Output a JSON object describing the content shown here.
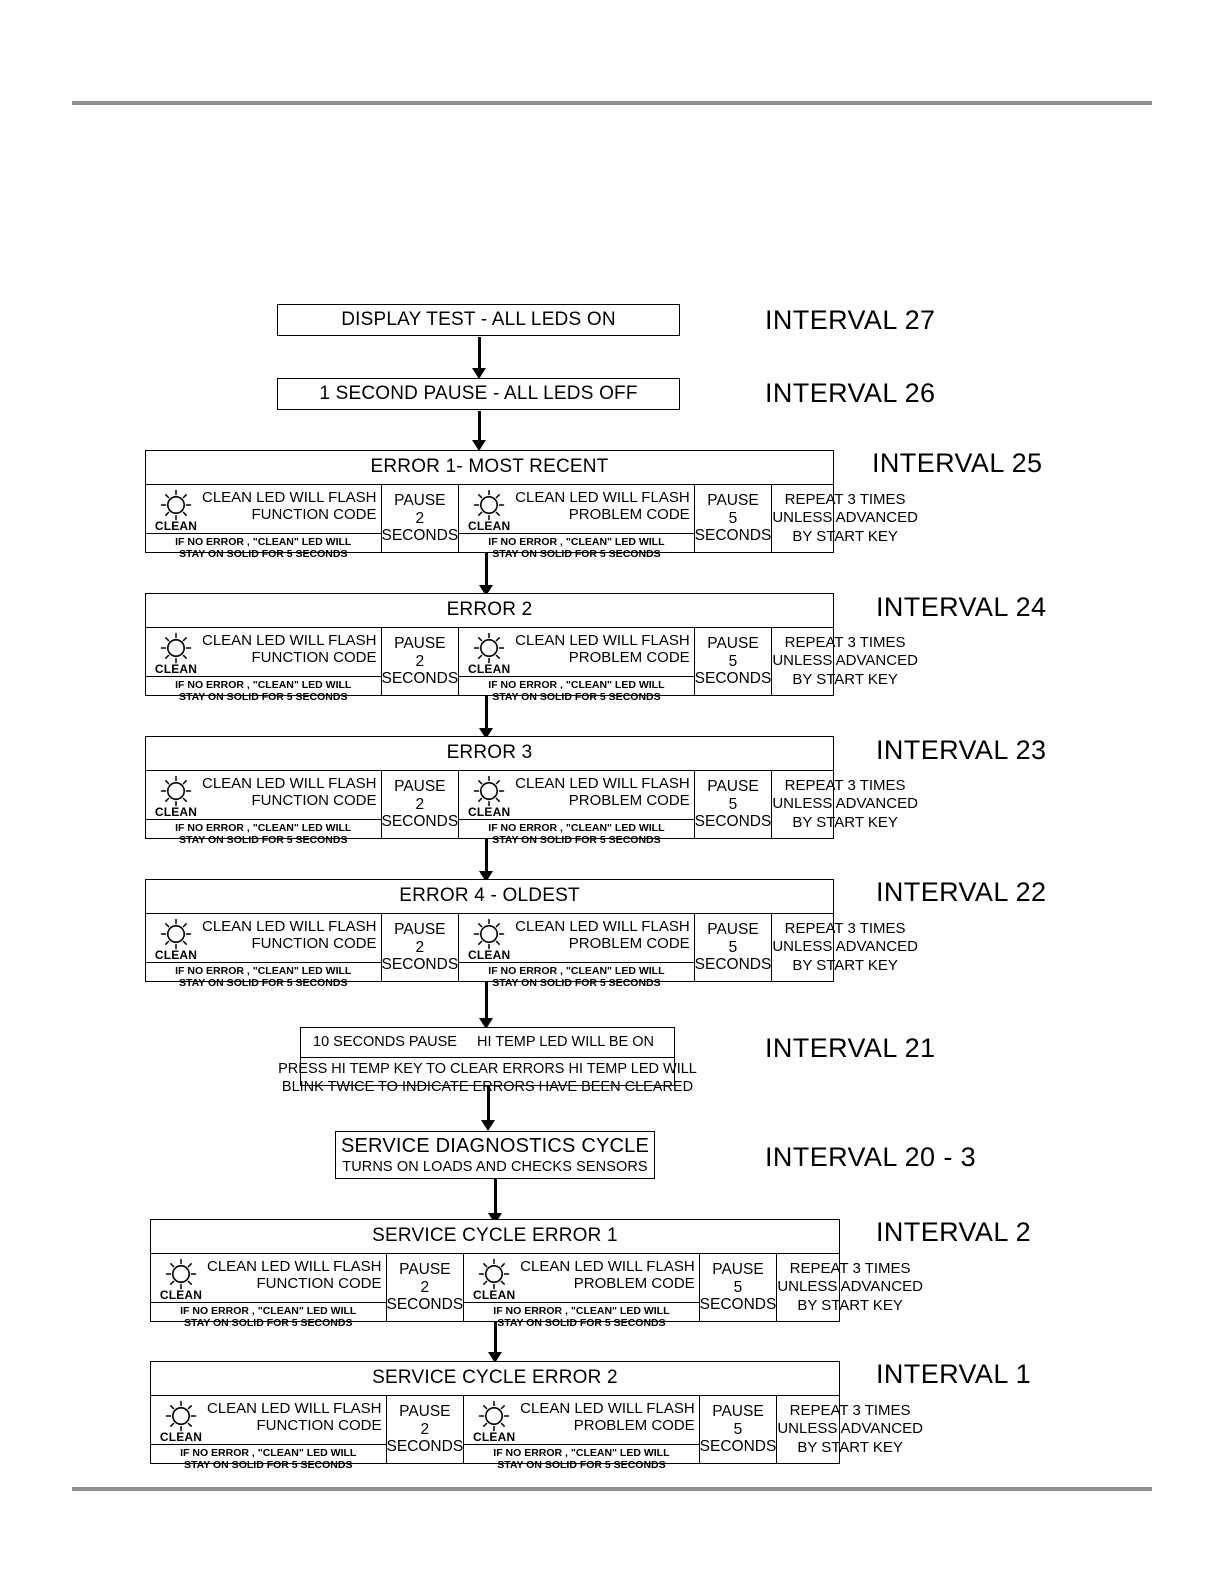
{
  "page": {
    "rule_color": "#8d8d8d"
  },
  "flow": {
    "display_test": {
      "label": "DISPLAY TEST -  ALL LEDS ON",
      "interval": "INTERVAL 27"
    },
    "one_second_pause": {
      "label": "1 SECOND PAUSE - ALL LEDS OFF",
      "interval": "INTERVAL 26"
    },
    "hi_temp_pause": {
      "pause_label": "10 SECONDS PAUSE",
      "led_label": "HI TEMP LED WILL BE ON",
      "instruction_line1": "PRESS HI TEMP KEY TO CLEAR ERRORS HI TEMP LED WILL",
      "instruction_line2": "BLINK TWICE TO INDICATE ERRORS HAVE BEEN CLEARED",
      "interval": "INTERVAL 21"
    },
    "service_diagnostics": {
      "title": "SERVICE DIAGNOSTICS CYCLE",
      "subtitle": "TURNS ON LOADS AND CHECKS SENSORS",
      "interval": "INTERVAL 20 - 3"
    }
  },
  "error_block_common": {
    "led_icon_name": "clean-led-icon",
    "led_label": "CLEAN",
    "function_code_line1": "CLEAN LED WILL FLASH",
    "function_code_line2": "FUNCTION CODE",
    "problem_code_line1": "CLEAN LED WILL FLASH",
    "problem_code_line2": "PROBLEM CODE",
    "no_error_line1": "IF NO ERROR , \"CLEAN\" LED WILL",
    "no_error_line2": "STAY ON SOLID FOR 5 SECONDS",
    "pause2_line1": "PAUSE",
    "pause2_line2": "2",
    "pause2_line3": "SECONDS",
    "pause5_line1": "PAUSE",
    "pause5_line2": "5",
    "pause5_line3": "SECONDS",
    "repeat_line1": "REPEAT 3 TIMES",
    "repeat_line2": "UNLESS ADVANCED",
    "repeat_line3": "BY START KEY"
  },
  "error_blocks": [
    {
      "title": "ERROR 1- MOST RECENT",
      "interval": "INTERVAL 25"
    },
    {
      "title": "ERROR 2",
      "interval": "INTERVAL 24"
    },
    {
      "title": "ERROR 3",
      "interval": "INTERVAL 23"
    },
    {
      "title": "ERROR 4 - OLDEST",
      "interval": "INTERVAL 22"
    },
    {
      "title": "SERVICE CYCLE ERROR 1",
      "interval": "INTERVAL 2"
    },
    {
      "title": "SERVICE CYCLE ERROR 2",
      "interval": "INTERVAL 1"
    }
  ]
}
